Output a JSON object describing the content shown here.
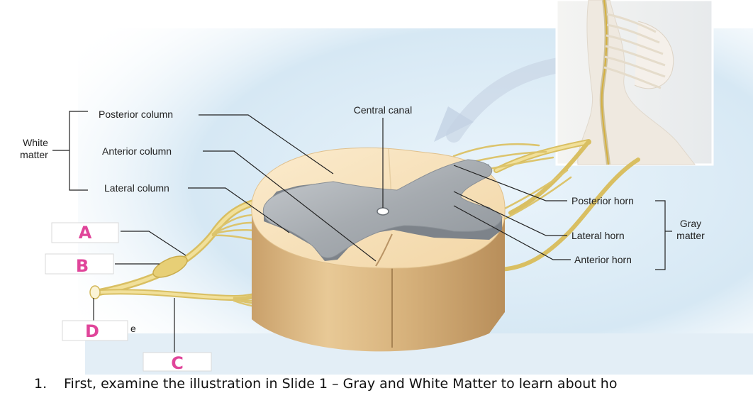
{
  "labels": {
    "posterior_column": "Posterior column",
    "anterior_column": "Anterior column",
    "lateral_column": "Lateral column",
    "white_matter": "White matter",
    "central_canal": "Central canal",
    "posterior_horn": "Posterior horn",
    "lateral_horn": "Lateral horn",
    "anterior_horn": "Anterior horn",
    "gray_matter": "Gray matter",
    "partial_text": "e"
  },
  "handwritten": {
    "a": "A",
    "b": "B",
    "c": "C",
    "d": "D"
  },
  "instruction": {
    "number": "1.",
    "text": "First, examine the illustration in Slide 1 – Gray and White Matter to learn about ho"
  },
  "colors": {
    "background_blue": "#d8e9f4",
    "white_matter": "#f3d9ad",
    "gray_matter": "#a9aeb3",
    "nerve": "#e9d27a",
    "handwriting": "#e0459a"
  }
}
